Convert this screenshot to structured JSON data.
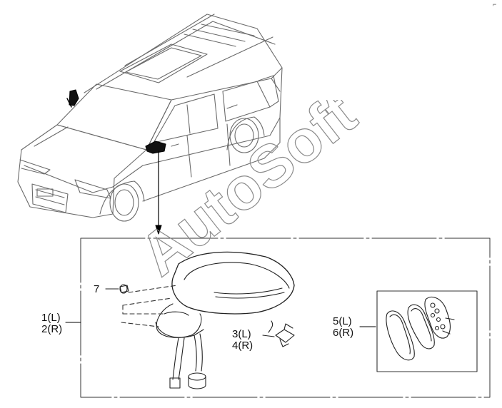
{
  "watermark": "AutoSoft",
  "callouts": {
    "part_7": "7",
    "part_1_2": [
      "1(L)",
      "2(R)"
    ],
    "part_3_4": [
      "3(L)",
      "4(R)"
    ],
    "part_5_6": [
      "5(L)",
      "6(R)"
    ]
  },
  "corner_mark": "⌐"
}
